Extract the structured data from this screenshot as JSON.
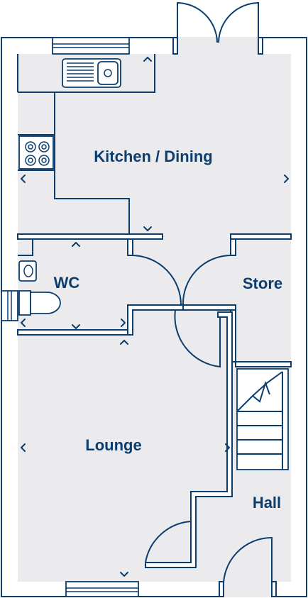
{
  "rooms": {
    "kitchen_dining": "Kitchen / Dining",
    "wc": "WC",
    "store": "Store",
    "lounge": "Lounge",
    "hall": "Hall"
  },
  "colors": {
    "line": "#0b3d6e",
    "floor": "#ebebed",
    "wall_fill": "#ffffff"
  },
  "icons": [
    "sink-icon",
    "hob-icon",
    "toilet-icon",
    "basin-icon",
    "staircase-icon",
    "window-icon",
    "door-icon",
    "dimension-arrow-icon"
  ]
}
